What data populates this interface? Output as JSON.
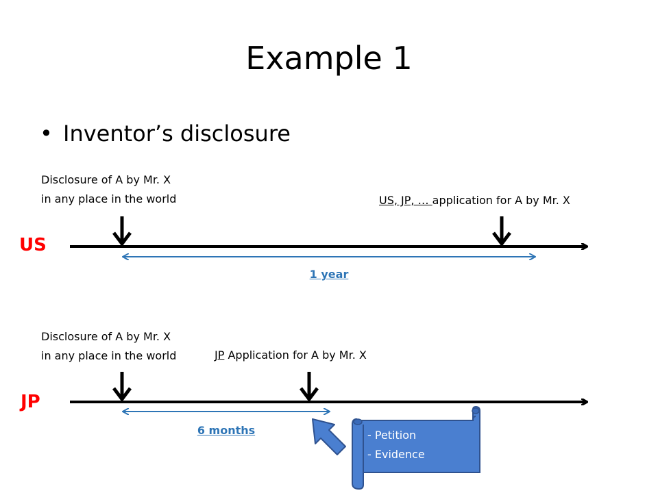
{
  "title": "Example 1",
  "bullet": "Inventor’s disclosure",
  "us": {
    "country": "US",
    "disclosure_line1": "Disclosure of A by Mr. X",
    "disclosure_line2": "in any place in the world",
    "application_prefix": "US, JP, … ",
    "application_rest": "application for A by Mr. X",
    "duration": "1 year"
  },
  "jp": {
    "country": "JP",
    "disclosure_line1": "Disclosure of A by Mr. X",
    "disclosure_line2": "in any place in the world",
    "application_prefix": "JP",
    "application_rest": " Application for A by Mr. X",
    "duration": "6 months"
  },
  "scroll": {
    "items": [
      "-   Petition",
      "-   Evidence"
    ]
  },
  "colors": {
    "country": "#ff0000",
    "duration": "#2e75b6",
    "scroll_fill": "#4a7fd0",
    "scroll_stroke": "#2f528f",
    "arrow_fill": "#4a7fd0"
  }
}
